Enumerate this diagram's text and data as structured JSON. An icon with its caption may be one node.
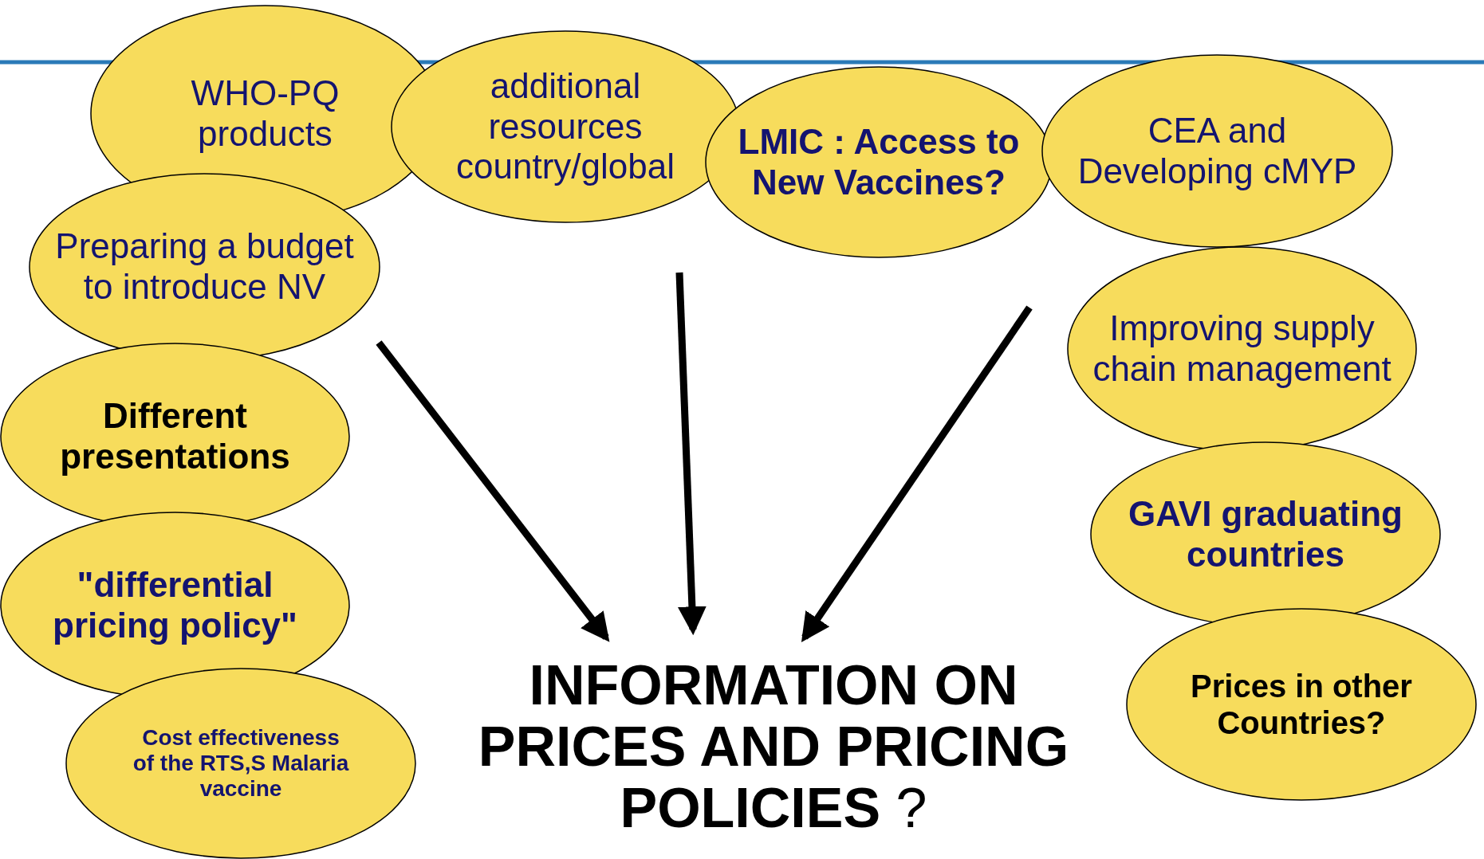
{
  "diagram": {
    "nodes": [
      {
        "text": [
          "WHO-PQ products"
        ]
      },
      {
        "text": [
          "additional resources country/global"
        ]
      },
      {
        "text": [
          "LMIC : Access to New Vaccines?"
        ]
      },
      {
        "text": [
          "CEA and Developing cMYP"
        ]
      },
      {
        "text": [
          "Preparing a budget to introduce NV"
        ]
      },
      {
        "text": [
          "Improving supply chain management"
        ]
      },
      {
        "text": [
          "Different presentations"
        ]
      },
      {
        "text": [
          "GAVI graduating countries"
        ]
      },
      {
        "text": [
          "\"**differential pricing policy\"**"
        ]
      },
      {
        "text": [
          "Prices in other Countries?"
        ]
      },
      {
        "text": [
          "Cost effectiveness of the RTS,S Malaria vaccine"
        ]
      },
      {
        "text": [
          "**INFORMATION ON PRICES AND PRICING POLICIES** ?"
        ]
      }
    ],
    "edges": [
      {
        "from": null,
        "to": 11,
        "arrow": "to"
      },
      {
        "from": null,
        "to": 11,
        "arrow": "to"
      },
      {
        "from": null,
        "to": 11,
        "arrow": "to"
      }
    ]
  }
}
